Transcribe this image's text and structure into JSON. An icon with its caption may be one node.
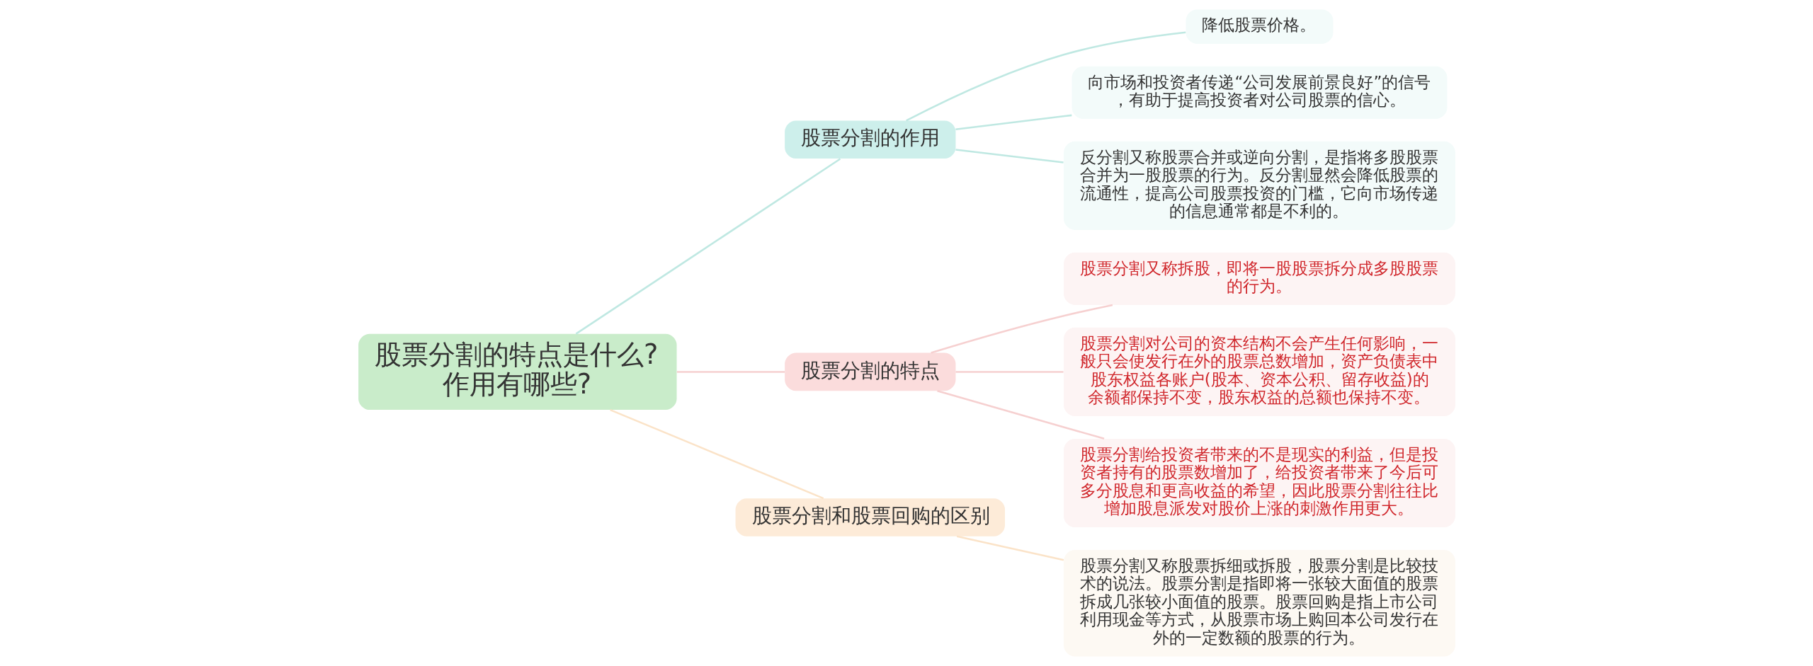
{
  "diagram": {
    "nodes": [
      {
        "text": [
          "股票分割的特点是什么?作用有哪些?"
        ]
      },
      {
        "text": [
          "股票分割的作用"
        ]
      },
      {
        "text": [
          "降低股票价格。"
        ]
      },
      {
        "text": [
          "向市场和投资者传递“公司发展前景良好”的信号，有助于提高投资者对公司股票的信心。"
        ]
      },
      {
        "text": [
          "反分割又称股票合并或逆向分割，是指将多股股票合并为一股股票的行为。反分割显然会降低股票的流通性，提高公司股票投资的门槛，它向市场传递的信息通常都是不利的。"
        ]
      },
      {
        "text": [
          "股票分割的特点"
        ]
      },
      {
        "text": [
          "股票分割又称拆股，即将一股股票拆分成多股股票的行为。"
        ]
      },
      {
        "text": [
          "股票分割对公司的资本结构不会产生任何影响，一般只会使发行在外的股票总数增加，资产负债表中股东权益各账户(股本、资本公积、留存收益)的余额都保持不变，股东权益的总额也保持不变。"
        ]
      },
      {
        "text": [
          "股票分割给投资者带来的不是现实的利益，但是投资者持有的股票数增加了，给投资者带来了今后可多分股息和更高收益的希望，因此股票分割往往比增加股息派发对股价上涨的刺激作用更大。"
        ]
      },
      {
        "text": [
          "股票分割和股票回购的区别"
        ]
      },
      {
        "text": [
          "股票分割又称股票拆细或拆股，股票分割是比较技术的说法。股票分割是指即将一张较大面值的股票拆成几张较小面值的股票。股票回购是指上市公司利用现金等方式，从股票市场上购回本公司发行在外的一定数额的股票的行为。"
        ]
      }
    ],
    "edges": [
      {
        "from": 0,
        "to": 1,
        "arrow": "none",
        "color": "#bfe8e2"
      },
      {
        "from": 1,
        "to": 2,
        "arrow": "none",
        "color": "#bfe8e2"
      },
      {
        "from": 1,
        "to": 3,
        "arrow": "none",
        "color": "#bfe8e2"
      },
      {
        "from": 1,
        "to": 4,
        "arrow": "none",
        "color": "#bfe8e2"
      },
      {
        "from": 0,
        "to": 5,
        "arrow": "none",
        "color": "#f6d0d0"
      },
      {
        "from": 5,
        "to": 6,
        "arrow": "none",
        "color": "#f6d0d0"
      },
      {
        "from": 5,
        "to": 7,
        "arrow": "none",
        "color": "#f6d0d0"
      },
      {
        "from": 5,
        "to": 8,
        "arrow": "none",
        "color": "#f6d0d0"
      },
      {
        "from": 0,
        "to": 9,
        "arrow": "none",
        "color": "#fbe3c8"
      },
      {
        "from": 9,
        "to": 10,
        "arrow": "none",
        "color": "#fbe3c8"
      }
    ]
  }
}
